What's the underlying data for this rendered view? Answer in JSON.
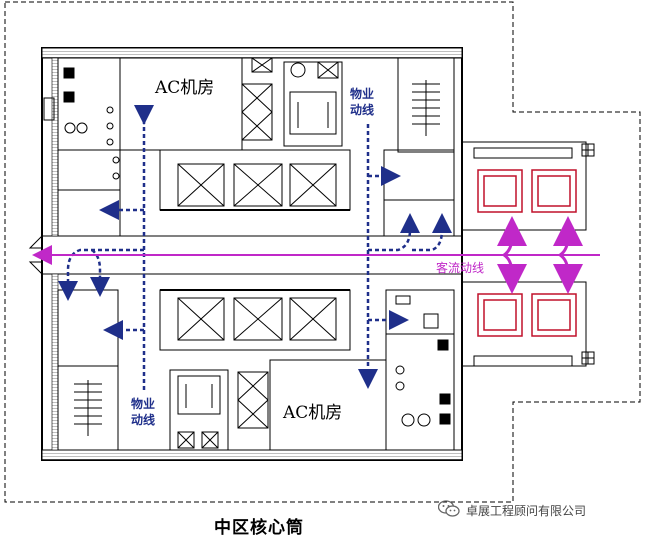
{
  "labels": {
    "ac_room_top": "AC机房",
    "ac_room_bottom": "AC机房",
    "service_route_top": [
      "物业",
      "动线"
    ],
    "service_route_bottom": [
      "物业",
      "动线"
    ],
    "guest_route": "客流动线",
    "caption": "中区核心筒"
  },
  "watermark": {
    "brand": "卓展工程顾问有限公司",
    "icon": "wechat-icon"
  },
  "colors": {
    "service_route": "#1f2f8a",
    "guest_route": "#c028c8",
    "elevator_red": "#c0102a",
    "wall": "#000000"
  }
}
